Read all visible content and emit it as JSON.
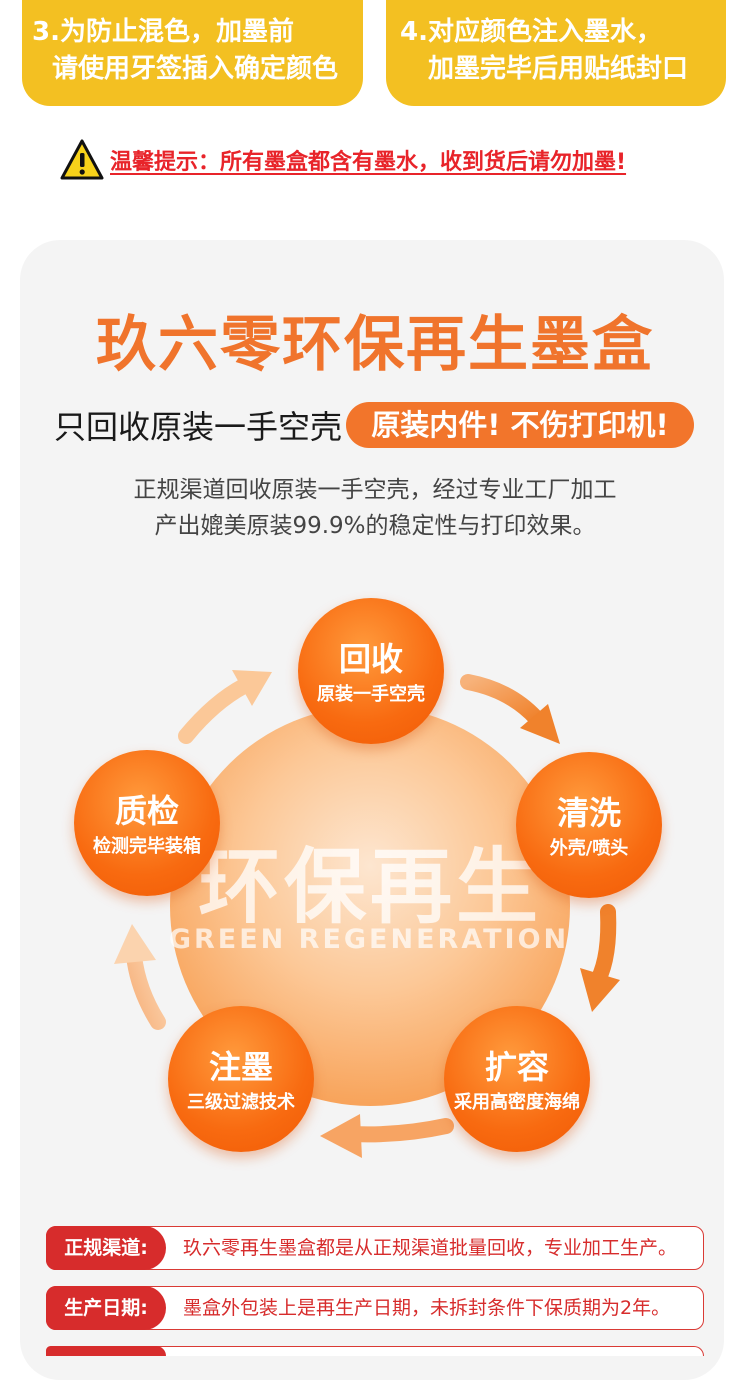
{
  "steps": [
    {
      "line1": "3.为防止混色，加墨前",
      "line2": "请使用牙签插入确定颜色"
    },
    {
      "line1": "4.对应颜色注入墨水，",
      "line2": "加墨完毕后用贴纸封口"
    }
  ],
  "warning": {
    "text": "温馨提示：所有墨盒都含有墨水，收到货后请勿加墨!",
    "icon": "warning-icon"
  },
  "main": {
    "title": "玖六零环保再生墨盒",
    "subtitle": "只回收原装一手空壳",
    "pill": "原装内件! 不伤打印机!",
    "desc_line1": "正规渠道回收原装一手空壳，经过专业工厂加工",
    "desc_line2": "产出媲美原装99.9%的稳定性与打印效果。"
  },
  "cycle": {
    "center_cn": "环保再生",
    "center_en": "GREEN REGENERATION",
    "nodes": [
      {
        "title": "回收",
        "sub": "原装一手空壳"
      },
      {
        "title": "清洗",
        "sub": "外壳/喷头"
      },
      {
        "title": "扩容",
        "sub": "采用高密度海绵"
      },
      {
        "title": "注墨",
        "sub": "三级过滤技术"
      },
      {
        "title": "质检",
        "sub": "检测完毕装箱"
      }
    ]
  },
  "rows": [
    {
      "tag": "正规渠道:",
      "text": "玖六零再生墨盒都是从正规渠道批量回收，专业加工生产。"
    },
    {
      "tag": "生产日期:",
      "text": "墨盒外包装上是再生产日期，未拆封条件下保质期为2年。"
    }
  ],
  "colors": {
    "yellow": "#f3c022",
    "orange": "#f0742c",
    "red": "#d72c2c",
    "warning_red": "#e8242a"
  }
}
